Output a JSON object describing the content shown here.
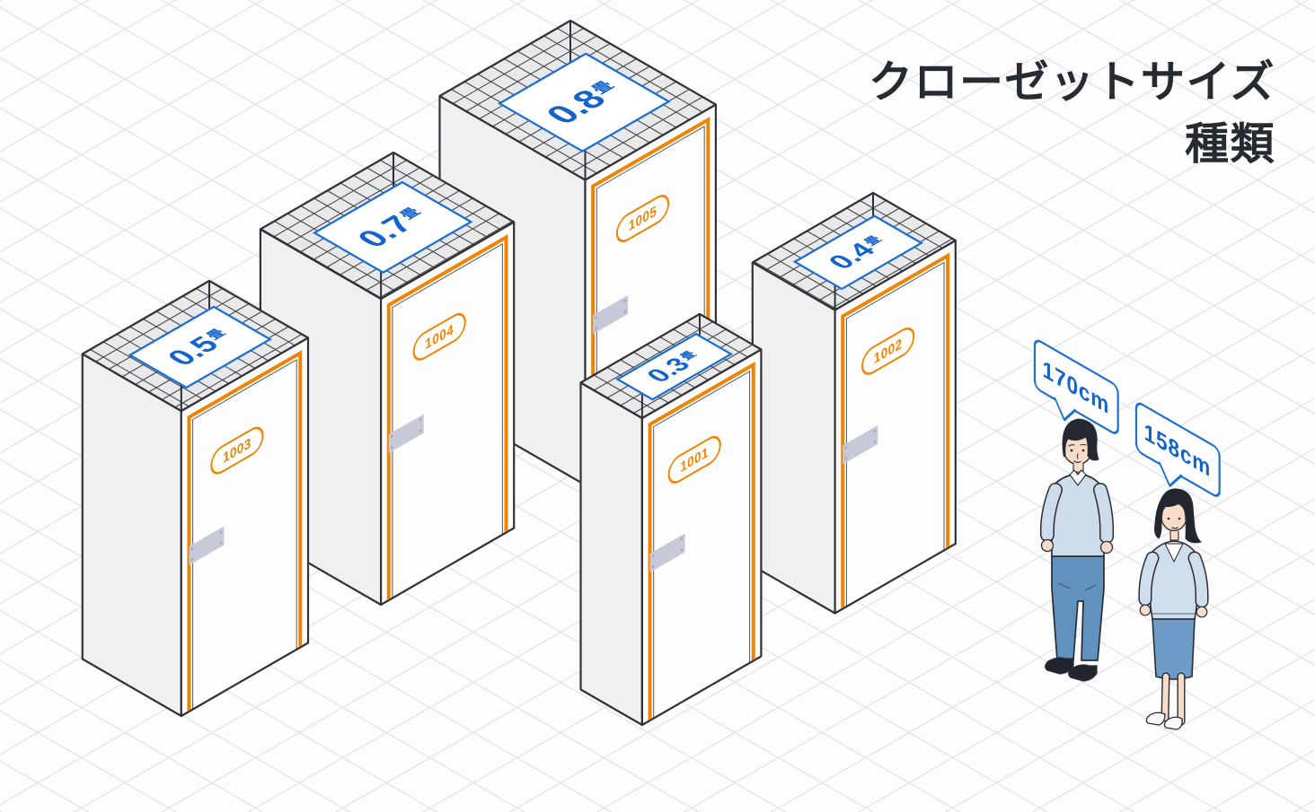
{
  "title": {
    "line1": "クローゼットサイズ",
    "line2": "種類"
  },
  "closets": [
    {
      "door_number": "1005",
      "size_value": "0.8",
      "size_unit": "畳"
    },
    {
      "door_number": "1004",
      "size_value": "0.7",
      "size_unit": "畳"
    },
    {
      "door_number": "1002",
      "size_value": "0.4",
      "size_unit": "畳"
    },
    {
      "door_number": "1003",
      "size_value": "0.5",
      "size_unit": "畳"
    },
    {
      "door_number": "1001",
      "size_value": "0.3",
      "size_unit": "畳"
    }
  ],
  "people": [
    {
      "role": "man",
      "height_label": "170cm"
    },
    {
      "role": "woman",
      "height_label": "158cm"
    }
  ],
  "colors": {
    "accent_orange": "#f08300",
    "label_blue": "#1b6fd3",
    "text_blue": "#1363cb",
    "title_ink": "#262a31"
  }
}
